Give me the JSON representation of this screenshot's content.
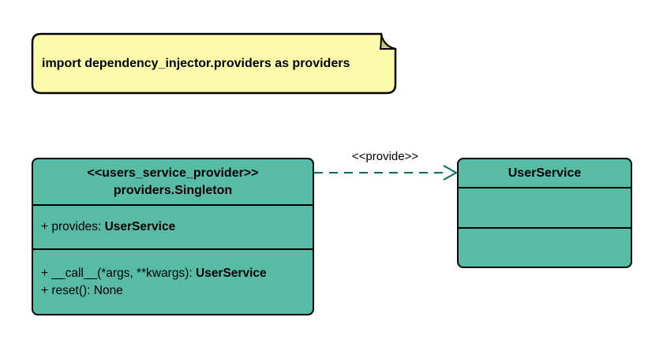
{
  "note": {
    "text": "import dependency_injector.providers as providers"
  },
  "provider_class": {
    "stereotype": "<<users_service_provider>>",
    "name": "providers.Singleton",
    "attributes": [
      {
        "prefix": "+ provides: ",
        "type": "UserService"
      }
    ],
    "methods": [
      {
        "prefix": "+ __call__(*args, **kwargs): ",
        "type": "UserService"
      },
      {
        "prefix": "+ reset(): None",
        "type": ""
      }
    ]
  },
  "relation": {
    "label": "<<provide>>"
  },
  "user_service_class": {
    "name": "UserService"
  },
  "colors": {
    "class_fill": "#58BBA6",
    "note_fill": "#FBFBA9",
    "note_fold": "#C9C97E",
    "border": "#000000",
    "arrow": "#0B6B5B"
  }
}
